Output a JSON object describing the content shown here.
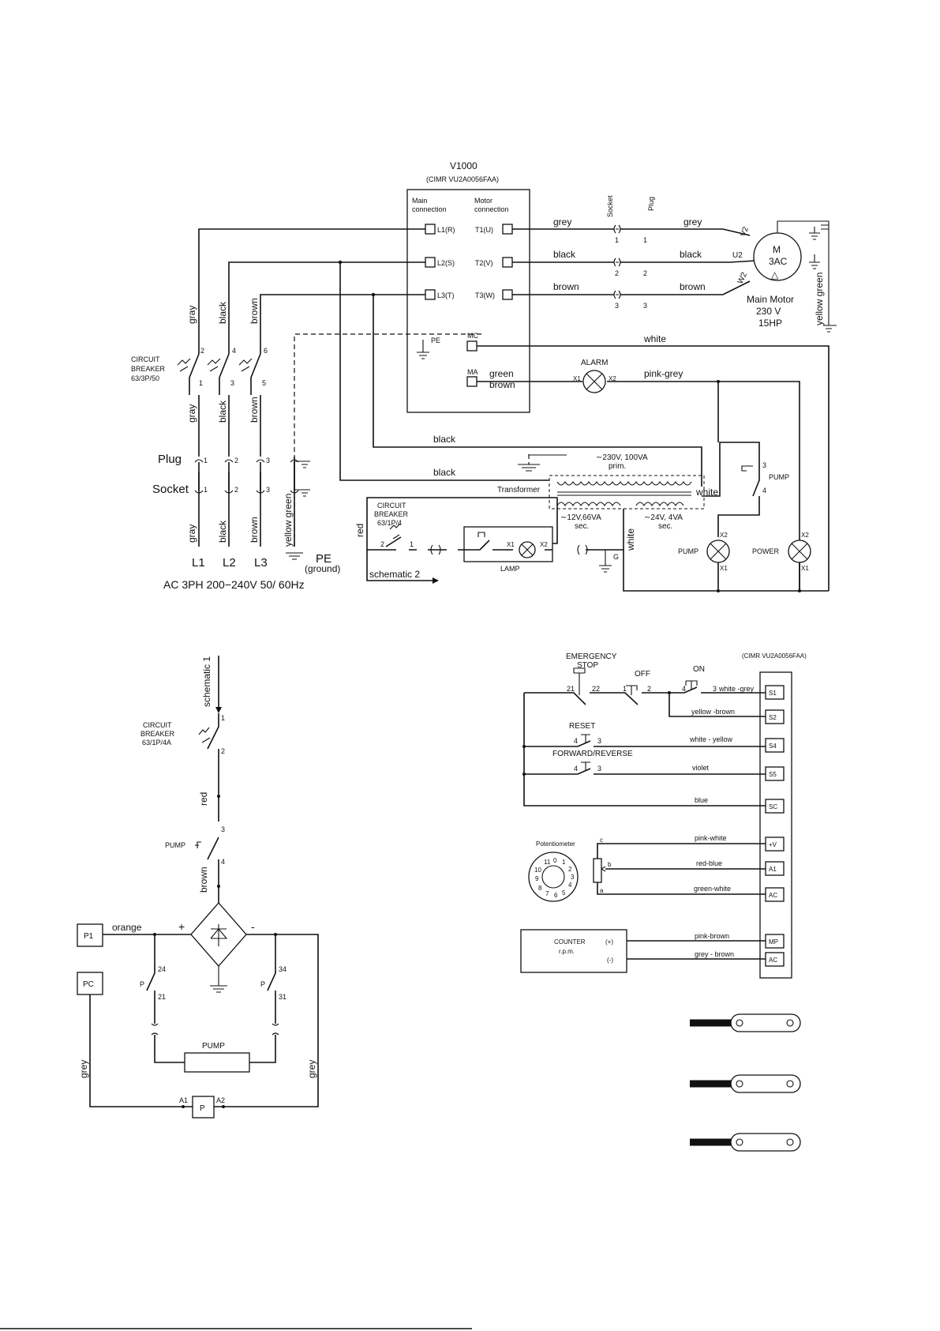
{
  "inverter": {
    "title": "V1000",
    "model": "(CIMR VU2A0056FAA)",
    "main_connection": [
      "Main",
      "connection"
    ],
    "motor_connection": [
      "Motor",
      "connection"
    ],
    "terminals_in": [
      "L1(R)",
      "L2(S)",
      "L3(T)"
    ],
    "terminals_out": [
      "T1(U)",
      "T2(V)",
      "T3(W)"
    ],
    "pe": "PE",
    "mc": "MC",
    "ma": "MA"
  },
  "top_labels": {
    "socket": "Socket",
    "plug": "Plug"
  },
  "motor": {
    "symbol": "M",
    "type": "3AC",
    "delta": "△",
    "caption": "Main Motor",
    "voltage": "230 V",
    "power": "15HP",
    "terminals": [
      "V2",
      "U2",
      "W2"
    ]
  },
  "motor_wires": [
    "grey",
    "black",
    "brown"
  ],
  "pin_numbers": [
    "1",
    "2",
    "3"
  ],
  "mc_wire": "white",
  "alarm": {
    "label": "ALARM",
    "x1": "X1",
    "x2": "X2",
    "wire_left_1": "green",
    "wire_left_2": "brown",
    "wire_right": "pink-grey"
  },
  "ground_wire": "yellow green",
  "main_breaker": {
    "label_1": "CIRCUIT",
    "label_2": "BREAKER",
    "rating": "63/3P/50",
    "upper_pins": [
      "2",
      "4",
      "6"
    ],
    "lower_pins": [
      "1",
      "3",
      "5"
    ]
  },
  "phase_wires": [
    "gray",
    "black",
    "brown"
  ],
  "plug_label": "Plug",
  "socket_label": "Socket",
  "plug_pins": [
    "1",
    "2",
    "3"
  ],
  "phases": [
    "L1",
    "L2",
    "L3"
  ],
  "pe_label": "PE",
  "pe_sub": "(ground)",
  "supply": "AC 3PH  200−240V  50/ 60Hz",
  "transformer": {
    "label": "Transformer",
    "prim": "∼230V, 100VA",
    "prim_sub": "prim.",
    "sec1": "∼12V,66VA",
    "sec1_sub": "sec.",
    "sec2": "∼24V, 4VA",
    "sec2_sub": "sec.",
    "feed_wire": "black",
    "out_wire": "white"
  },
  "pump_switch": {
    "label": "PUMP",
    "pin_top": "3",
    "pin_bottom": "4"
  },
  "small_breaker": {
    "label_1": "CIRCUIT",
    "label_2": "BREAKER",
    "rating": "63/1P/4",
    "pin_left": "2",
    "pin_right": "1",
    "wire": "red"
  },
  "lamp": {
    "label": "LAMP",
    "x1": "X1",
    "x2": "X2",
    "g": "G"
  },
  "lamp_pump": {
    "label": "PUMP",
    "x1": "X1",
    "x2": "X2"
  },
  "lamp_power": {
    "label": "POWER",
    "x1": "X1",
    "x2": "X2"
  },
  "schematic_2_ref": "schematic  2",
  "schematic_1_ref": "schematic 1",
  "pump_circuit": {
    "breaker_1": "CIRCUIT",
    "breaker_2": "BREAKER",
    "breaker_rating": "63/1P/4A",
    "pins": [
      "1",
      "2",
      "3",
      "4"
    ],
    "wire_red": "red",
    "wire_brown": "brown",
    "pump_switch": "PUMP",
    "plus": "+",
    "minus": "-",
    "p1": "P1",
    "pc": "PC",
    "orange": "orange",
    "grey_left": "grey",
    "grey_right": "grey",
    "contact_p": "P",
    "pins_left": [
      "24",
      "21"
    ],
    "pins_right": [
      "34",
      "31"
    ],
    "pump_label": "PUMP",
    "coil": "P",
    "a1": "A1",
    "a2": "A2"
  },
  "control": {
    "model": "(CIMR VU2A0056FAA)",
    "emergency_1": "EMERGENCY",
    "emergency_2": "STOP",
    "emergency_pins": [
      "21",
      "22"
    ],
    "off": "OFF",
    "off_pins": [
      "1",
      "2"
    ],
    "on": "ON",
    "on_pins": [
      "4",
      "3"
    ],
    "reset": "RESET",
    "reset_pins": [
      "4",
      "3"
    ],
    "fwdrev": "FORWARD/REVERSE",
    "fwdrev_pins": [
      "4",
      "3"
    ],
    "terminals": [
      "S1",
      "S2",
      "S4",
      "S5",
      "SC",
      "+V",
      "A1",
      "AC",
      "MP",
      "AC"
    ],
    "wires": [
      "white -grey",
      "yellow -brown",
      "white - yellow",
      "violet",
      "blue",
      "pink-white",
      "red-blue",
      "green-white",
      "pink-brown",
      "grey - brown"
    ],
    "potentiometer": "Potentiometer",
    "pot_pins": [
      "c",
      "b",
      "a"
    ],
    "dial": [
      "11",
      "0",
      "1",
      "2",
      "3",
      "4",
      "5",
      "6",
      "7",
      "8",
      "9",
      "10"
    ],
    "counter": "COUNTER",
    "counter_sub": "r.p.m.",
    "counter_plus": "(+)",
    "counter_minus": "(-)"
  }
}
